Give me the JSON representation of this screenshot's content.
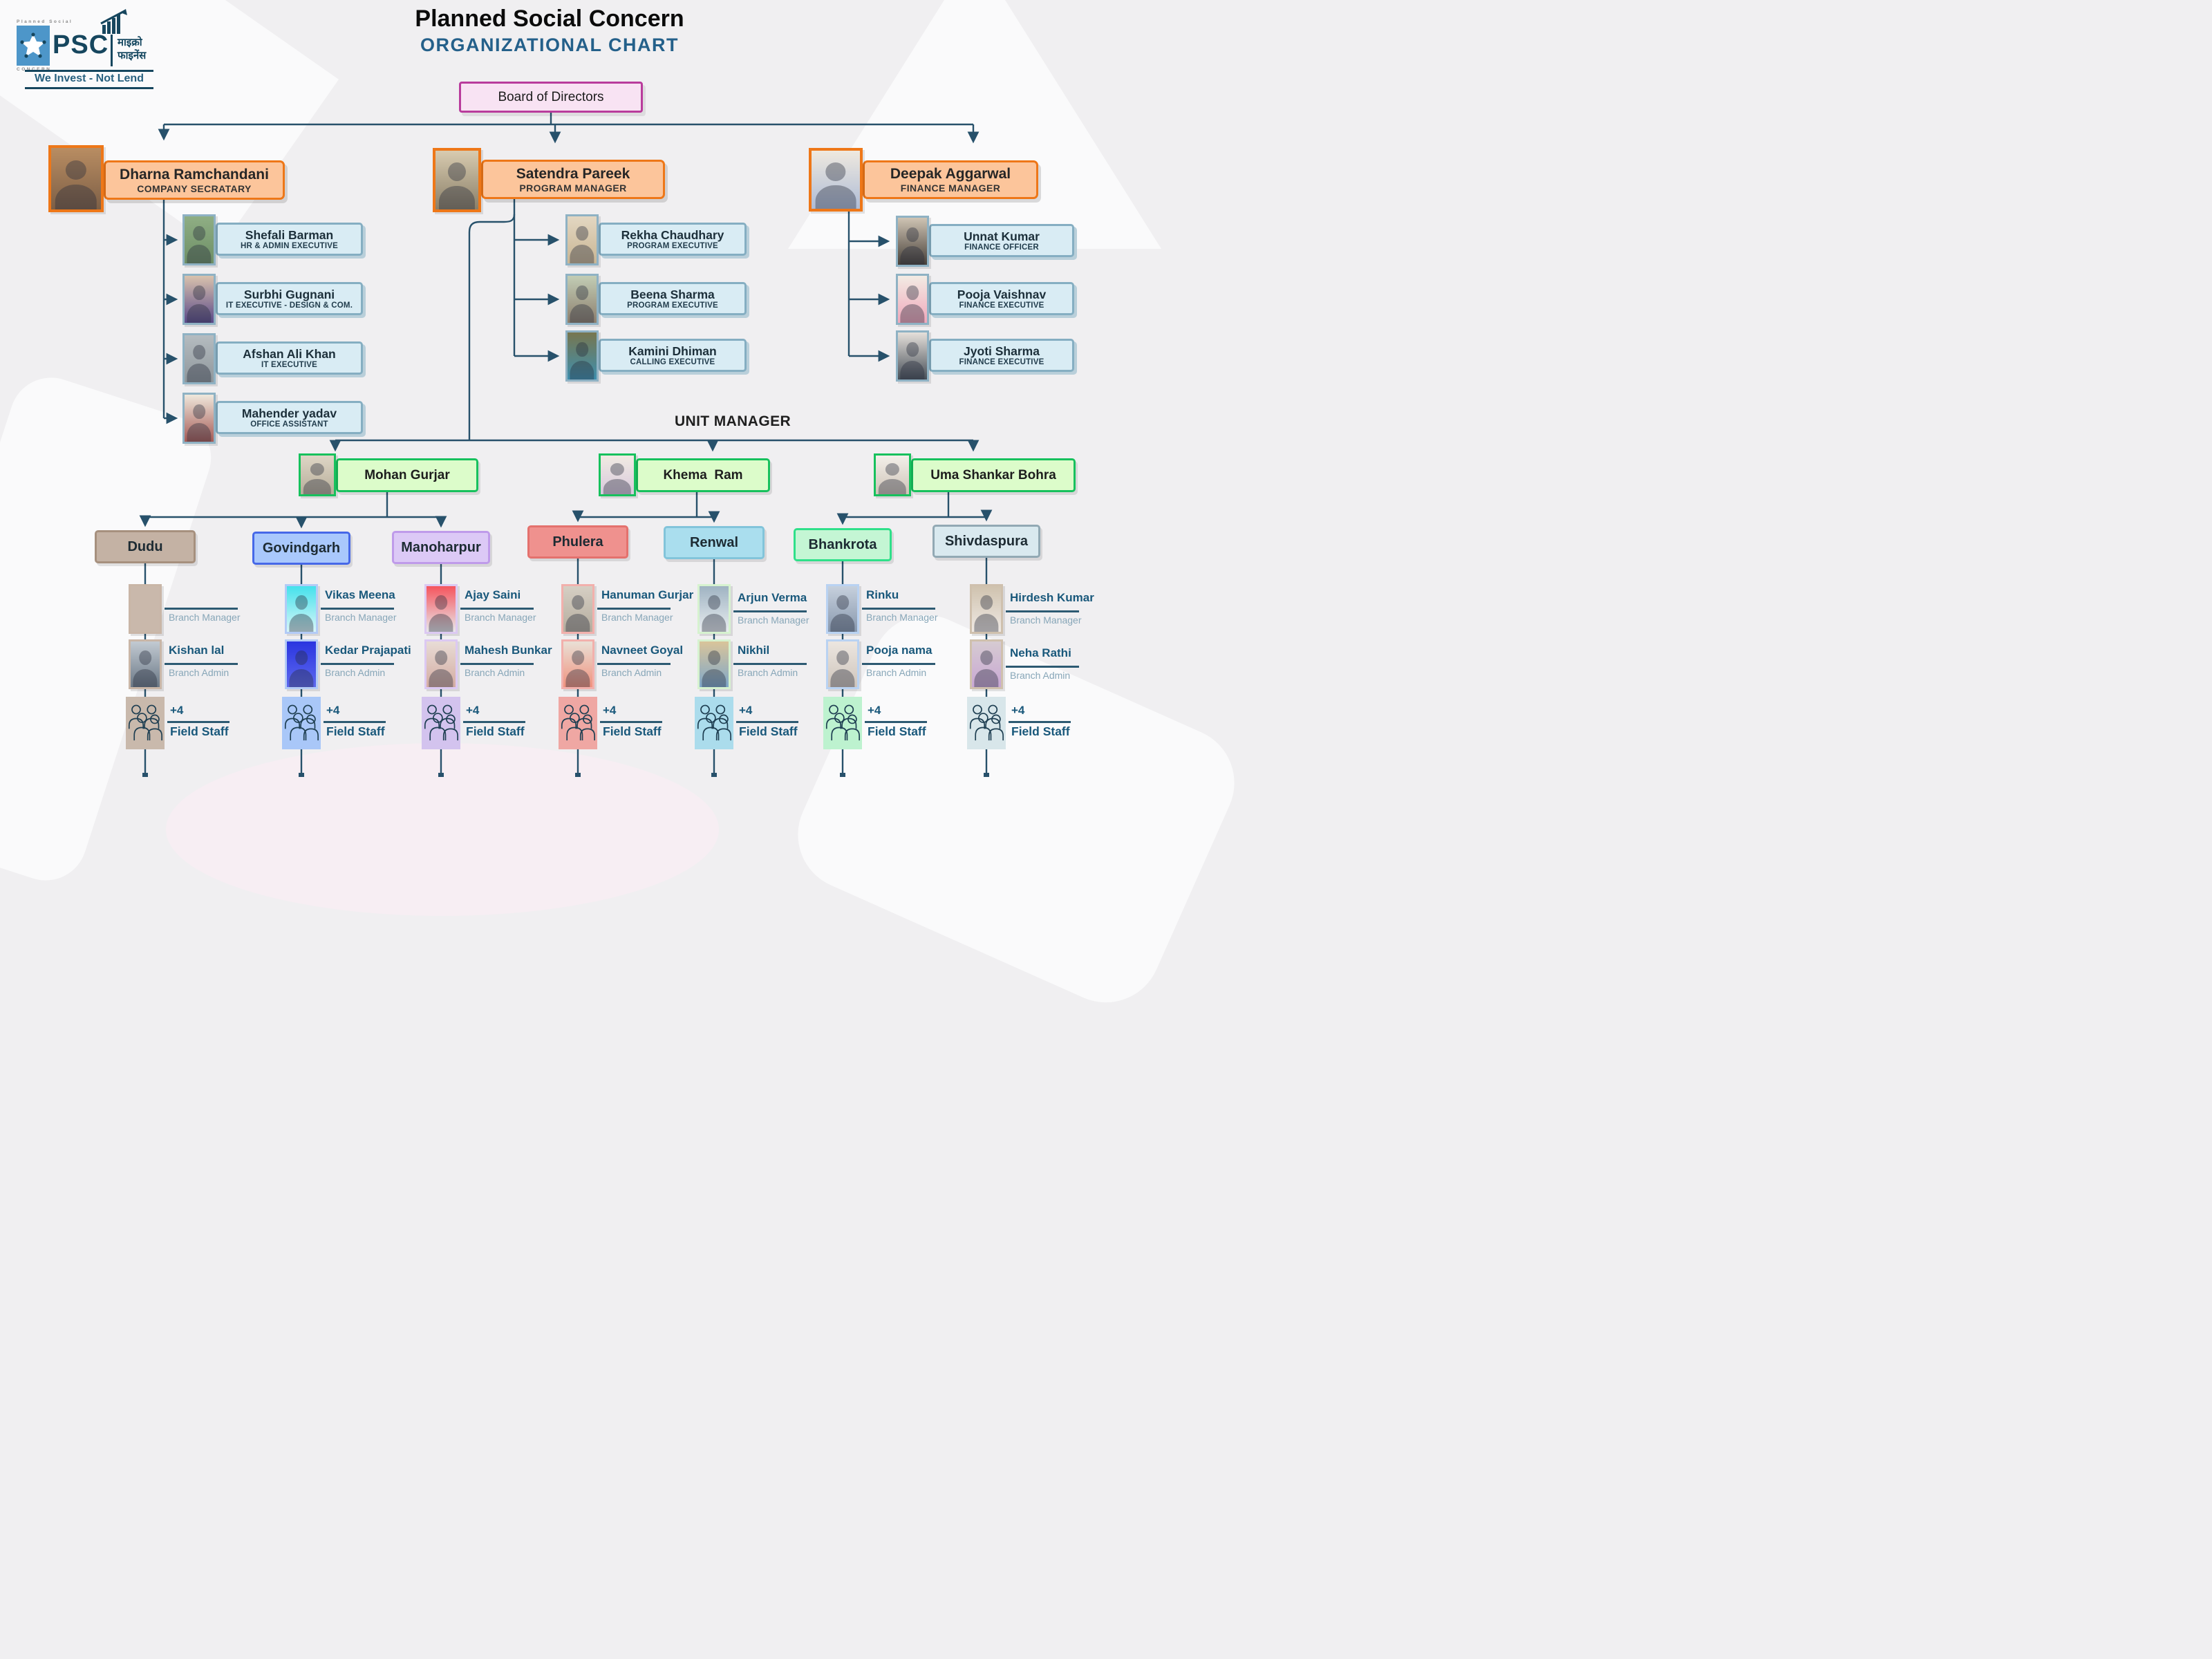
{
  "logo": {
    "top_text": "Planned Social",
    "bottom_text": "CONCERN",
    "acronym": "PSC",
    "hindi_line1": "माइक्रो",
    "hindi_line2": "फाइनेंस",
    "tagline": "We Invest - Not Lend"
  },
  "title": {
    "main": "Planned Social Concern",
    "sub": "ORGANIZATIONAL CHART"
  },
  "board": {
    "label": "Board of Directors"
  },
  "managers": [
    {
      "name": "Dharna Ramchandani",
      "title": "COMPANY SECRATARY"
    },
    {
      "name": "Satendra Pareek",
      "title": "PROGRAM MANAGER"
    },
    {
      "name": "Deepak Aggarwal",
      "title": "FINANCE MANAGER"
    }
  ],
  "executives": {
    "company_secretary": [
      {
        "name": "Shefali Barman",
        "title": "HR & ADMIN EXECUTIVE"
      },
      {
        "name": "Surbhi Gugnani",
        "title": "IT EXECUTIVE - DESIGN & COM."
      },
      {
        "name": "Afshan Ali Khan",
        "title": "IT EXECUTIVE"
      },
      {
        "name": "Mahender yadav",
        "title": "OFFICE ASSISTANT"
      }
    ],
    "program_manager": [
      {
        "name": "Rekha Chaudhary",
        "title": "PROGRAM EXECUTIVE"
      },
      {
        "name": "Beena Sharma",
        "title": "PROGRAM EXECUTIVE"
      },
      {
        "name": "Kamini Dhiman",
        "title": "CALLING EXECUTIVE"
      }
    ],
    "finance_manager": [
      {
        "name": "Unnat Kumar",
        "title": "FINANCE OFFICER"
      },
      {
        "name": "Pooja Vaishnav",
        "title": "FINANCE EXECUTIVE"
      },
      {
        "name": "Jyoti Sharma",
        "title": "FINANCE EXECUTIVE"
      }
    ]
  },
  "unit_manager_heading": "UNIT MANAGER",
  "unit_managers": [
    {
      "name": "Mohan Gurjar"
    },
    {
      "name": "Khema  Ram"
    },
    {
      "name": "Uma Shankar Bohra"
    }
  ],
  "branches": [
    {
      "name": "Dudu",
      "manager_name": "",
      "manager_title": "Branch Manager",
      "admin_name": "Kishan lal",
      "admin_title": "Branch Admin",
      "field_count": "+4",
      "field_label": "Field Staff",
      "fill": "#c4b2a4",
      "accent": "#a6907e",
      "tint": "#c9b9ac",
      "photo_border": "#c9b6a7"
    },
    {
      "name": "Govindgarh",
      "manager_name": "Vikas Meena",
      "manager_title": "Branch Manager",
      "admin_name": "Kedar Prajapati",
      "admin_title": "Branch Admin",
      "field_count": "+4",
      "field_label": "Field Staff",
      "fill": "#a9c8fc",
      "accent": "#4668e8",
      "tint": "#a9c7f8",
      "photo_border": "#b3cbf6"
    },
    {
      "name": "Manoharpur",
      "manager_name": "Ajay Saini",
      "manager_title": "Branch Manager",
      "admin_name": "Mahesh Bunkar",
      "admin_title": "Branch Admin",
      "field_count": "+4",
      "field_label": "Field Staff",
      "fill": "#dcc9f6",
      "accent": "#bf9bea",
      "tint": "#d3c3ee",
      "photo_border": "#dcc9f2"
    },
    {
      "name": "Phulera",
      "manager_name": "Hanuman Gurjar",
      "manager_title": "Branch Manager",
      "admin_name": "Navneet Goyal",
      "admin_title": "Branch Admin",
      "field_count": "+4",
      "field_label": "Field Staff",
      "fill": "#ef918e",
      "accent": "#e4716d",
      "tint": "#efa7a3",
      "photo_border": "#f2b0ac"
    },
    {
      "name": "Renwal",
      "manager_name": "Arjun Verma",
      "manager_title": "Branch Manager",
      "admin_name": "Nikhil",
      "admin_title": "Branch Admin",
      "field_count": "+4",
      "field_label": "Field Staff",
      "fill": "#aadeee",
      "accent": "#82c4da",
      "tint": "#abdcec",
      "photo_border": "#d6f2cf"
    },
    {
      "name": "Bhankrota",
      "manager_name": "Rinku",
      "manager_title": "Branch Manager",
      "admin_name": "Pooja nama",
      "admin_title": "Branch Admin",
      "field_count": "+4",
      "field_label": "Field Staff",
      "fill": "#c4f6d4",
      "accent": "#2fe08a",
      "tint": "#bdf2cf",
      "photo_border": "#b9d2f2"
    },
    {
      "name": "Shivdaspura",
      "manager_name": "Hirdesh Kumar",
      "manager_title": "Branch Manager",
      "admin_name": "Neha Rathi",
      "admin_title": "Branch Admin",
      "field_count": "+4",
      "field_label": "Field Staff",
      "fill": "#d9e9ef",
      "accent": "#92a9b4",
      "tint": "#d8e6ea",
      "photo_border": "#cfc0ad"
    }
  ],
  "colors": {
    "connector": "#27516b",
    "board_fill": "#f8e3f3",
    "board_border": "#b93c9c",
    "manager_fill": "#fcc59b",
    "manager_border": "#ee7718",
    "executive_fill": "#d9ecf4",
    "executive_border": "#85aec2",
    "unit_fill": "#dcfcca",
    "unit_border": "#17c15d",
    "title_accent": "#24608a"
  }
}
